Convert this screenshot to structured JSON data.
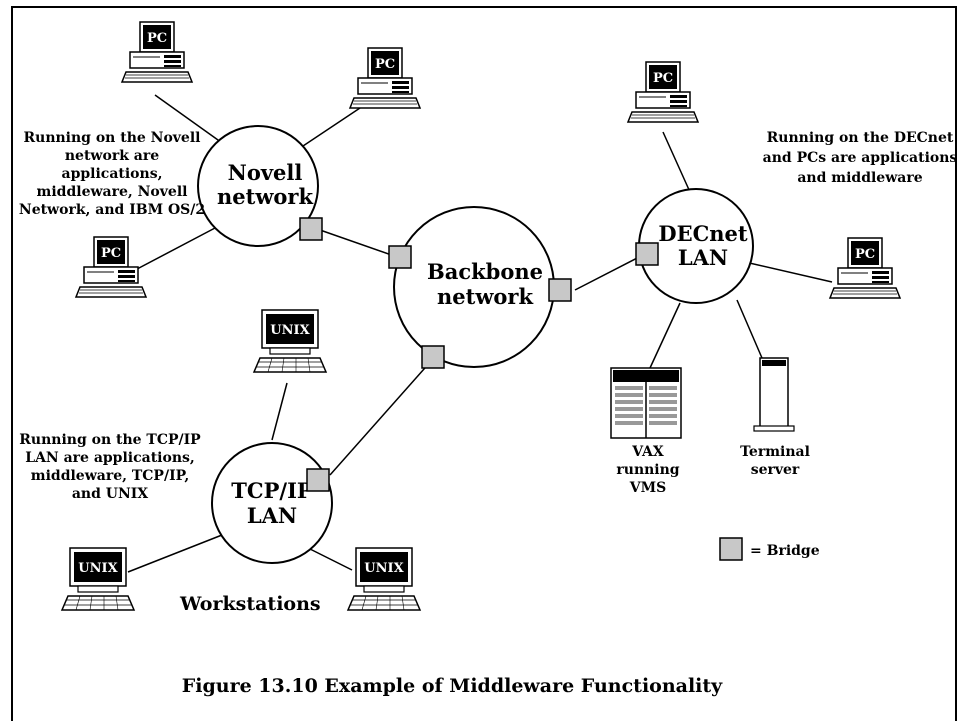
{
  "networks": {
    "novell": [
      "Novell",
      "network"
    ],
    "backbone": [
      "Backbone",
      "network"
    ],
    "decnet": [
      "DECnet",
      "LAN"
    ],
    "tcpip": [
      "TCP/IP",
      "LAN"
    ]
  },
  "notes": {
    "novell": [
      "Running on the Novell",
      "network are",
      "applications,",
      "middleware, Novell",
      "Network, and IBM OS/2"
    ],
    "decnet": [
      "Running on the DECnet",
      "and PCs are applications",
      "and middleware"
    ],
    "tcpip": [
      "Running on the TCP/IP",
      "LAN are applications,",
      "middleware, TCP/IP,",
      "and UNIX"
    ]
  },
  "devices": {
    "pc_label": "PC",
    "unix_label": "UNIX",
    "vax": [
      "VAX",
      "running",
      "VMS"
    ],
    "terminal": [
      "Terminal",
      "server"
    ]
  },
  "workstations_label": "Workstations",
  "legend": {
    "label": "= Bridge",
    "bridge_color": "#c8c8c8"
  },
  "caption": "Figure 13.10  Example of Middleware Functionality"
}
